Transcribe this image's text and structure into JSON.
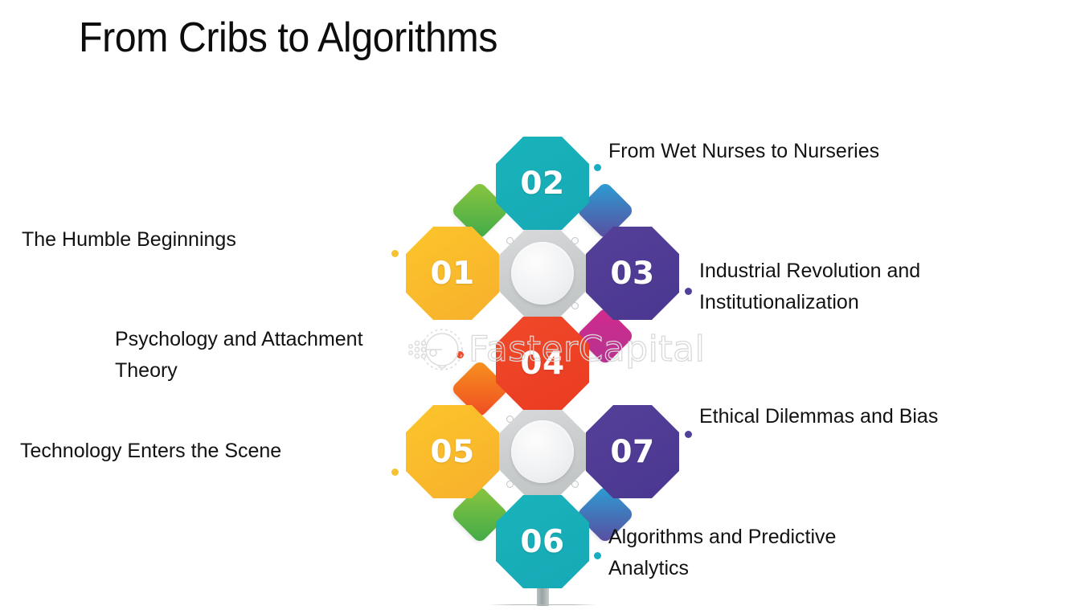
{
  "page": {
    "title": "From Cribs to Algorithms",
    "background_color": "#ffffff"
  },
  "watermark": {
    "text": "FasterCapital",
    "logo_icon": "gear-bulb-icon",
    "color": "#d9d9d9"
  },
  "infographic": {
    "type": "octagon-cluster-timeline",
    "hub_count": 2,
    "post_icon": "sign-post",
    "steps": [
      {
        "number": "01",
        "label": "The Humble Beginnings",
        "side": "left",
        "color": "#fcc52b",
        "color_end": "#f7b02c",
        "dot_color": "#f5c331"
      },
      {
        "number": "02",
        "label": "From Wet Nurses to Nurseries",
        "side": "right",
        "color": "#19b3bb",
        "color_end": "#16a9b5",
        "dot_color": "#17aec4"
      },
      {
        "number": "03",
        "label": "Industrial Revolution and\nInstitutionalization",
        "side": "right",
        "color": "#554099",
        "color_end": "#4a3790",
        "dot_color": "#51409a"
      },
      {
        "number": "04",
        "label": "Psychology and Attachment\nTheory",
        "side": "left",
        "color": "#f0492a",
        "color_end": "#ea3b21",
        "dot_color": "#ef4a2a"
      },
      {
        "number": "05",
        "label": "Technology Enters the Scene",
        "side": "left",
        "color": "#fcc52b",
        "color_end": "#f7b02c",
        "dot_color": "#f5c331"
      },
      {
        "number": "06",
        "label": "Algorithms and Predictive\nAnalytics",
        "side": "right",
        "color": "#19b3bb",
        "color_end": "#16a9b5",
        "dot_color": "#17aec4"
      },
      {
        "number": "07",
        "label": "Ethical Dilemmas and Bias",
        "side": "right",
        "color": "#554099",
        "color_end": "#4a3790",
        "dot_color": "#51409a"
      }
    ],
    "accents": [
      {
        "name": "green-diamond",
        "color_start": "#8cc63f",
        "color_end": "#3faa49"
      },
      {
        "name": "blue-purple-diamond",
        "color_start": "#2b9fd4",
        "color_end": "#5b4b9e"
      },
      {
        "name": "magenta-diamond",
        "color_start": "#d12a8e",
        "color_end": "#b5338f"
      },
      {
        "name": "orange-diamond",
        "color_start": "#f7941e",
        "color_end": "#ef4a23"
      },
      {
        "name": "green-diamond-2",
        "color_start": "#8cc63f",
        "color_end": "#3faa49"
      },
      {
        "name": "blue-purple-diamond-2",
        "color_start": "#2b9fd4",
        "color_end": "#5b4b9e"
      }
    ],
    "hub": {
      "name": "center-hub",
      "shell_color": "#cbcecf",
      "inner_color": "#f1f2f3"
    }
  }
}
